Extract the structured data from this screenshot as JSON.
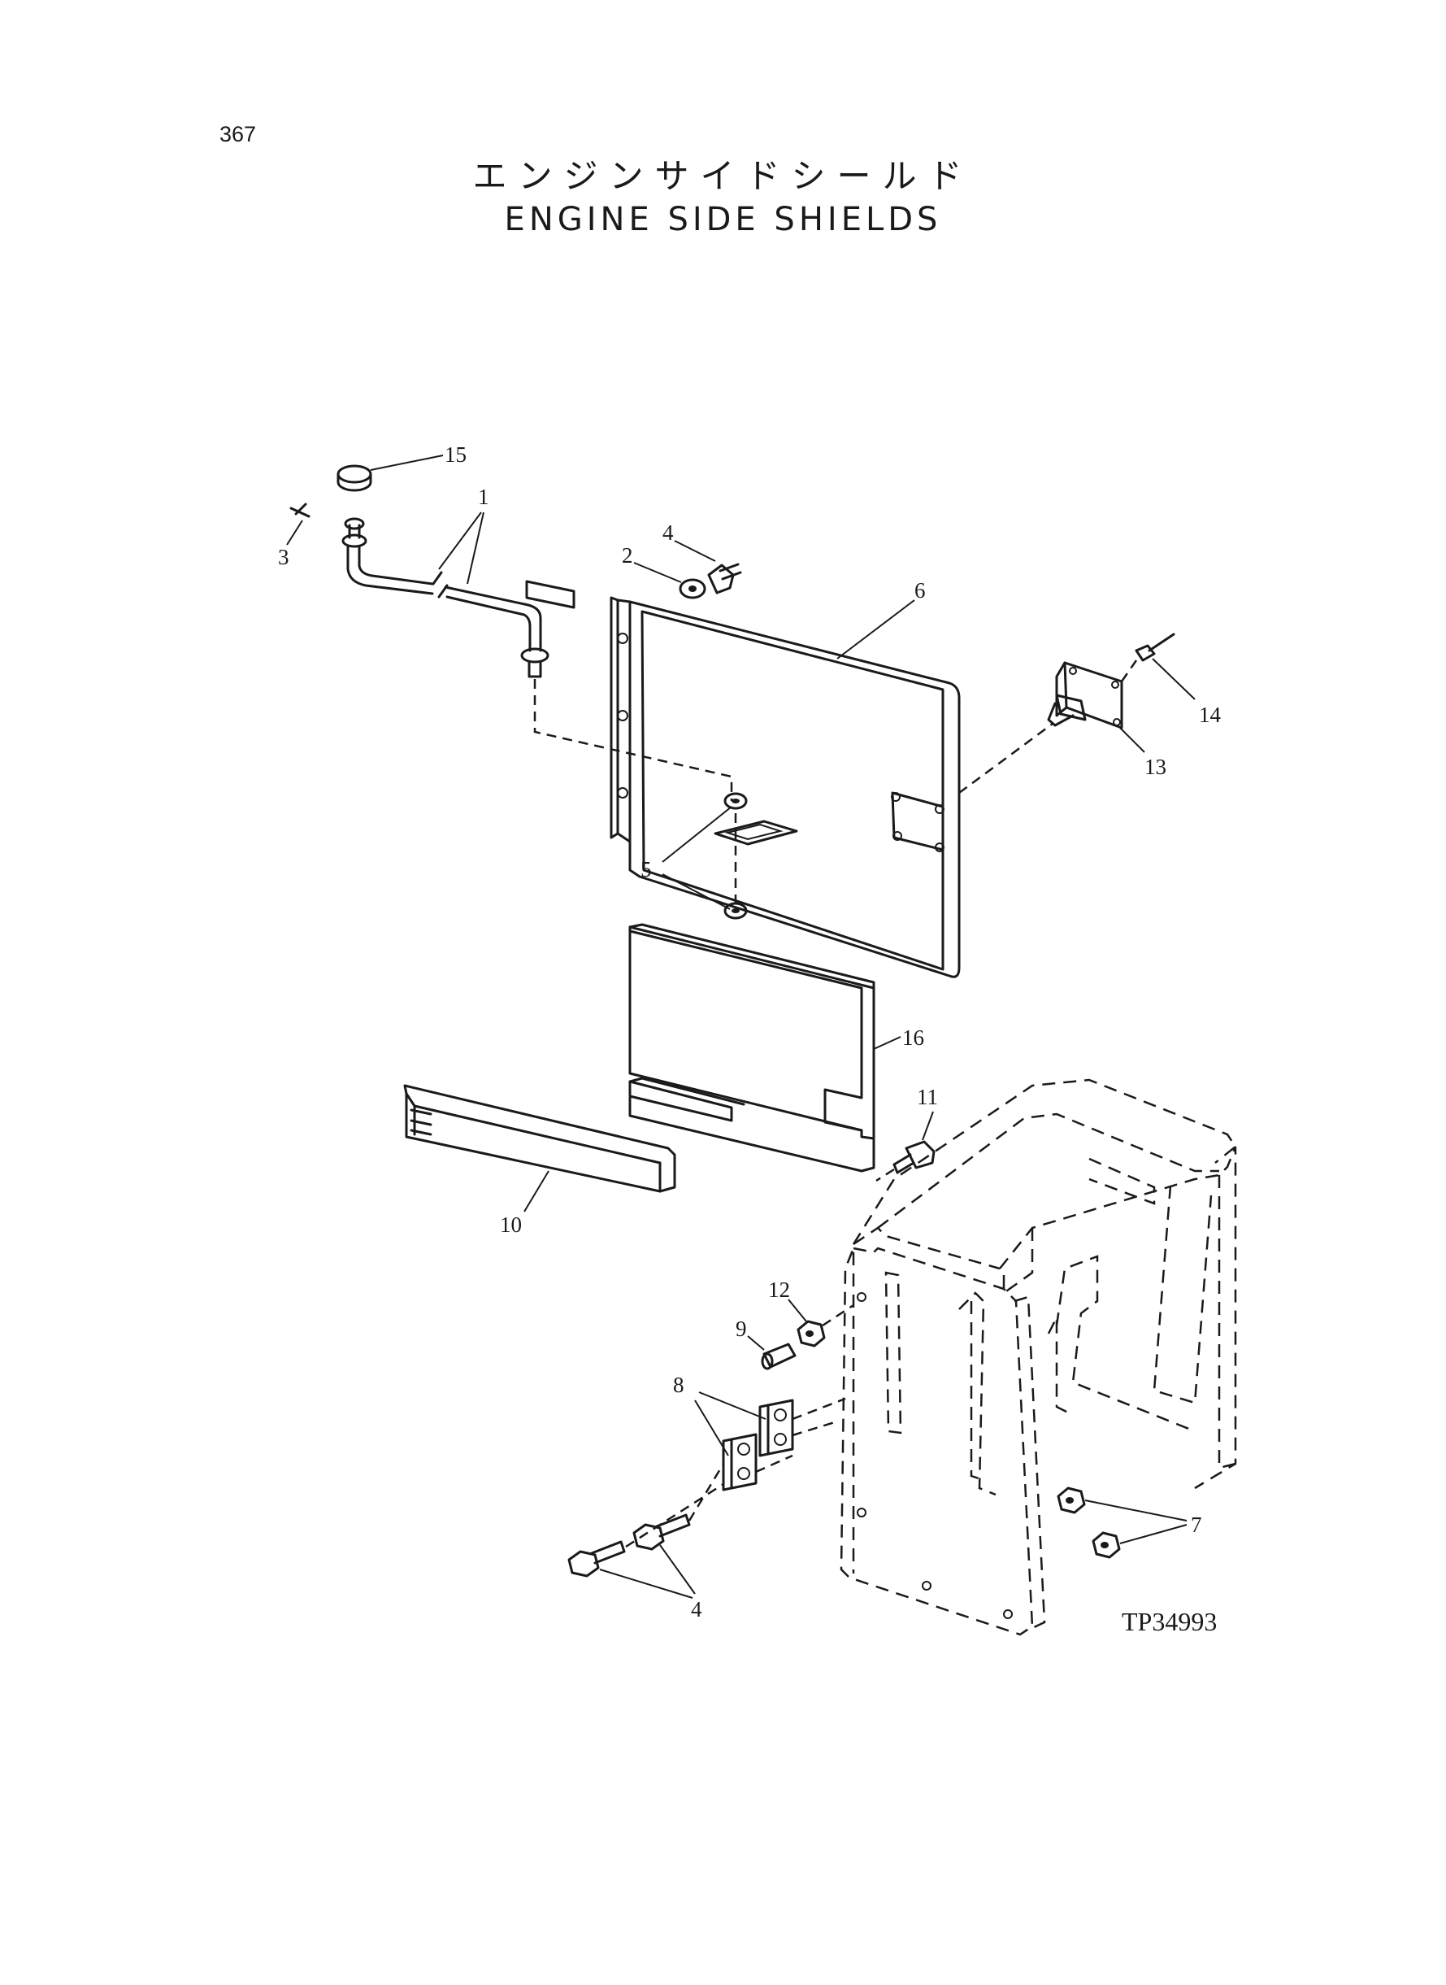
{
  "page": {
    "number": "367"
  },
  "title": {
    "japanese": "エンジンサイドシールド",
    "english": "ENGINE SIDE SHIELDS"
  },
  "diagram": {
    "reference_code": "TP34993",
    "callouts": {
      "c1": "1",
      "c2": "2",
      "c3": "3",
      "c4a": "4",
      "c4b": "4",
      "c5": "5",
      "c6": "6",
      "c7": "7",
      "c8": "8",
      "c9": "9",
      "c10": "10",
      "c11": "11",
      "c12": "12",
      "c13": "13",
      "c14": "14",
      "c15": "15",
      "c16": "16"
    }
  }
}
